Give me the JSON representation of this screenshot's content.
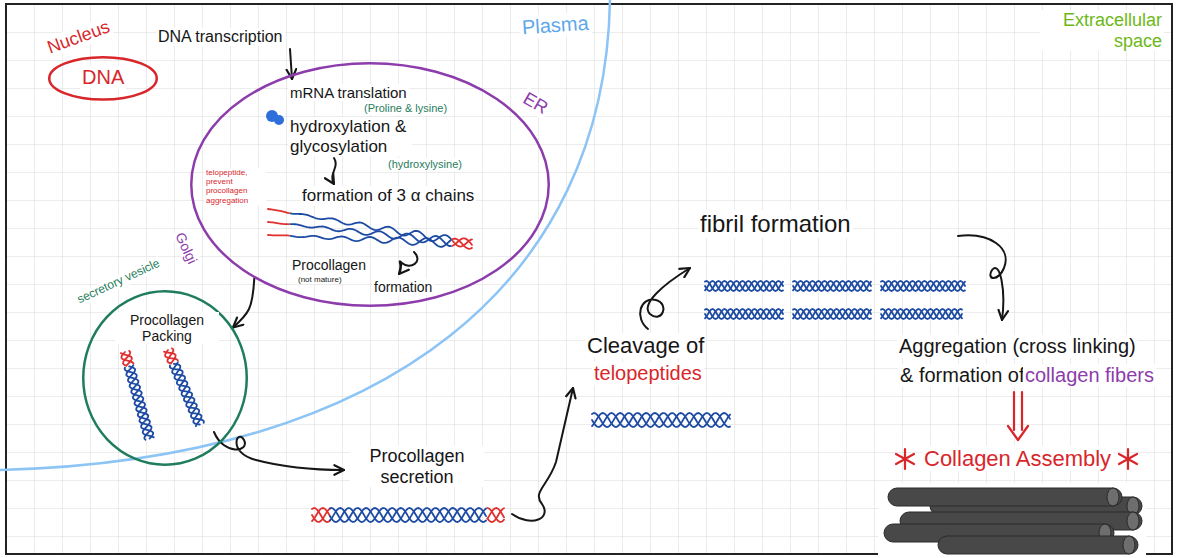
{
  "diagram": {
    "nodes": [
      {
        "text": [
          "DNA"
        ]
      },
      {
        "text": [
          "ER",
          "mRNA translation",
          "(Proline & lysine)",
          "hydroxylation & glycosylation",
          "(hydroxylysine)",
          "telopeptide, prevent procollagen aggregation",
          "formation of 3 α chains",
          "Procollagen",
          "(not mature)",
          "formation",
          "Golgi"
        ]
      },
      {
        "text": [
          "secretory vesicle",
          "Procollagen Packing"
        ]
      }
    ],
    "edges": [
      {
        "from": 1,
        "to": 2,
        "arrow": "to"
      }
    ],
    "labels": [
      "Nucleus",
      "DNA transcription",
      "Plasma",
      "Extracellular space",
      "Procollagen secretion",
      "Cleavage of",
      "telopeptides",
      "fibril formation",
      "Aggregation (cross linking)",
      "& formation of",
      "collagen fibers",
      "Collagen Assembly"
    ]
  }
}
